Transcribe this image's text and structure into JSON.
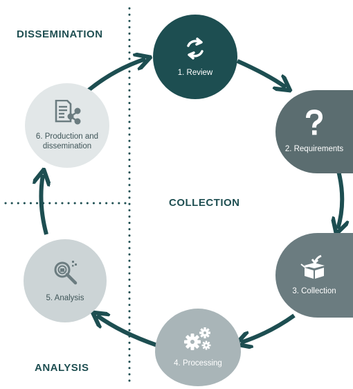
{
  "sections": {
    "dissemination": "DISSEMINATION",
    "collection": "COLLECTION",
    "analysis": "ANALYSIS"
  },
  "steps": [
    {
      "label": "1. Review",
      "icon": "refresh-cycle-icon"
    },
    {
      "label": "2. Requirements",
      "icon": "question-mark-icon"
    },
    {
      "label": "3. Collection",
      "icon": "box-inbound-icon"
    },
    {
      "label": "4. Processing",
      "icon": "gears-icon"
    },
    {
      "label": "5. Analysis",
      "icon": "magnifier-icon"
    },
    {
      "label": "6. Production and dissemination",
      "icon": "document-share-icon"
    }
  ],
  "colors": {
    "arrow": "#1d4e51",
    "review": "#1d4e51",
    "requirements": "#5b6d70",
    "collection": "#6b7c80",
    "processing": "#a9b5b8",
    "analysis": "#ccd4d6",
    "production": "#e2e7e8",
    "section_label": "#1f4f52"
  }
}
